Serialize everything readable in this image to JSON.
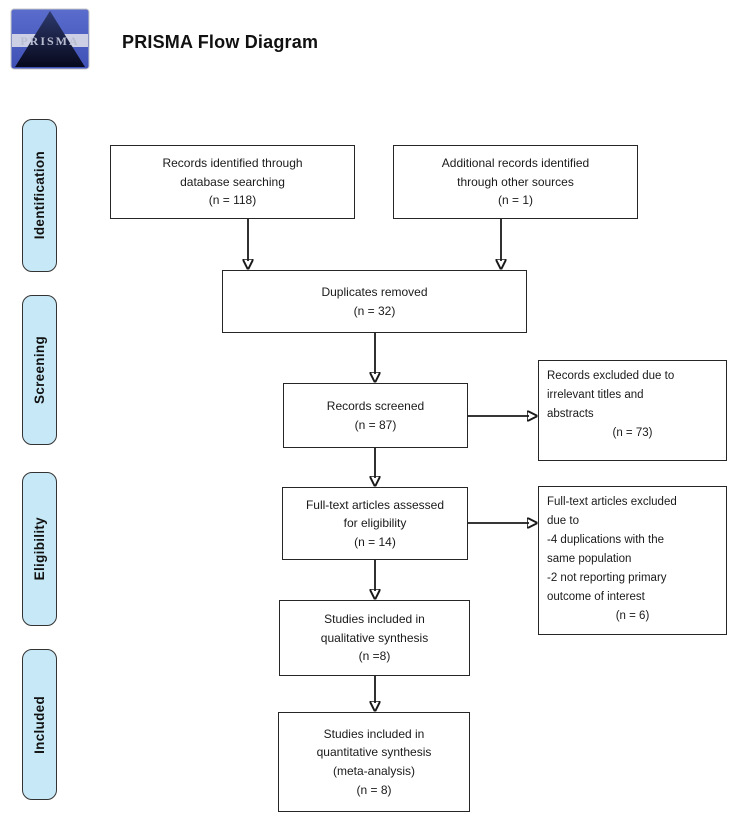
{
  "header": {
    "title": "PRISMA Flow Diagram",
    "logo_text": "PRISMA"
  },
  "sidebar": {
    "fill_color": "#c7e9f7",
    "stages": [
      {
        "label": "Identification"
      },
      {
        "label": "Screening"
      },
      {
        "label": "Eligibility"
      },
      {
        "label": "Included"
      }
    ]
  },
  "flowchart": {
    "boxes": {
      "records_identified": {
        "text": "Records identified through\ndatabase searching\n(n = 118)",
        "n": 118
      },
      "additional_records": {
        "text": "Additional records identified\nthrough other sources\n(n = 1)",
        "n": 1
      },
      "duplicates_removed": {
        "text": "Duplicates removed\n(n = 32)",
        "n": 32
      },
      "records_screened": {
        "text": "Records screened\n(n = 87)",
        "n": 87
      },
      "records_excluded": {
        "body": "Records excluded due to\nirrelevant titles and\nabstracts",
        "n_line": "(n = 73)",
        "n": 73
      },
      "fulltext_assessed": {
        "text": "Full-text articles assessed\nfor eligibility\n(n = 14)",
        "n": 14
      },
      "fulltext_excluded": {
        "body": "Full-text articles excluded\ndue to\n-4 duplications with the\nsame population\n-2 not reporting primary\noutcome of interest",
        "n_line": "(n = 6)",
        "n": 6
      },
      "qualitative_synthesis": {
        "text": "Studies included in\nqualitative synthesis\n(n =8)",
        "n": 8
      },
      "quantitative_synthesis": {
        "text": "Studies included in\nquantitative synthesis\n(meta-analysis)\n(n = 8)",
        "n": 8
      }
    },
    "connections": [
      {
        "from": "records_identified",
        "to": "duplicates_removed"
      },
      {
        "from": "additional_records",
        "to": "duplicates_removed"
      },
      {
        "from": "duplicates_removed",
        "to": "records_screened"
      },
      {
        "from": "records_screened",
        "to": "records_excluded"
      },
      {
        "from": "records_screened",
        "to": "fulltext_assessed"
      },
      {
        "from": "fulltext_assessed",
        "to": "fulltext_excluded"
      },
      {
        "from": "fulltext_assessed",
        "to": "qualitative_synthesis"
      },
      {
        "from": "qualitative_synthesis",
        "to": "quantitative_synthesis"
      }
    ]
  }
}
